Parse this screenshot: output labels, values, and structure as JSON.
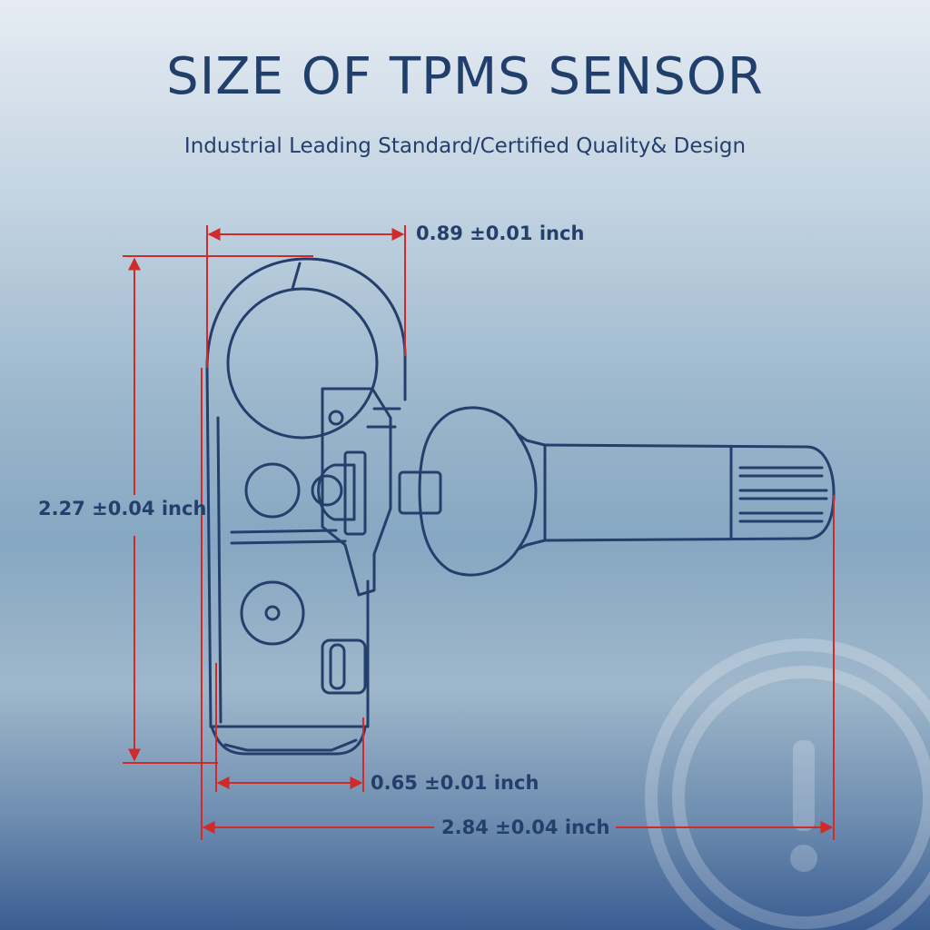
{
  "header": {
    "title": "SIZE OF TPMS SENSOR",
    "subtitle": "Industrial Leading Standard/Certified Quality& Design"
  },
  "dimensions": {
    "top_width": "0.89 ±0.01 inch",
    "height": "2.27 ±0.04 inch",
    "base_width": "0.65 ±0.01 inch",
    "total_length": "2.84 ±0.04 inch"
  },
  "colors": {
    "line": "#243f6b",
    "dimension": "#d02a2a",
    "title": "#213f6b"
  },
  "watermark_icon": "tpms-warning-icon"
}
